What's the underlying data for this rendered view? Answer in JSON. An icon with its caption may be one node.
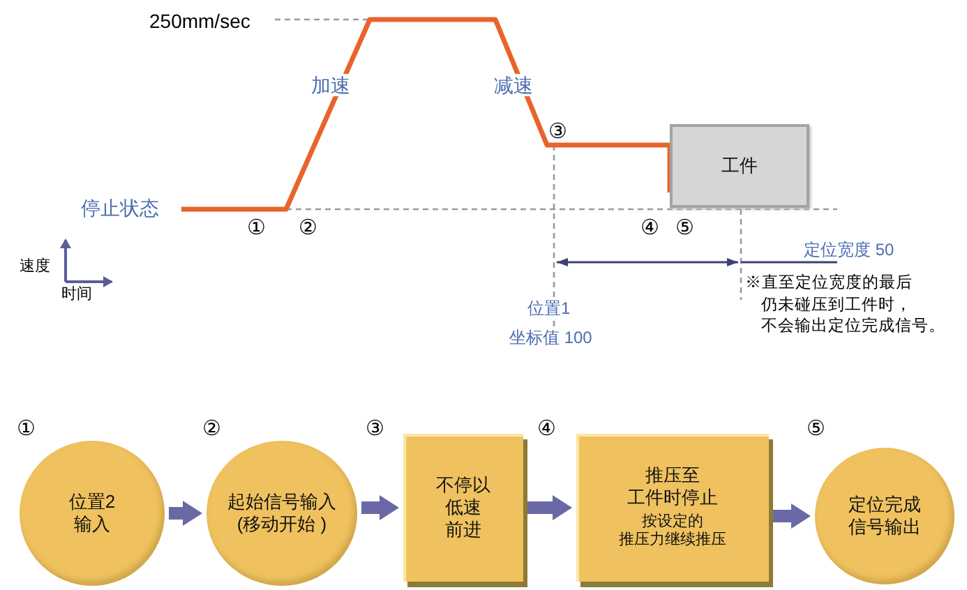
{
  "diagram": {
    "nodes": [
      {
        "text": [
          "工件"
        ]
      },
      {
        "text": [
          "位置2输入"
        ],
        "beside": [
          "①"
        ]
      },
      {
        "text": [
          "起始信号输入(移动开始 )"
        ],
        "beside": [
          "②"
        ]
      },
      {
        "text": [
          "不停以低速前进"
        ],
        "beside": [
          "③"
        ]
      },
      {
        "text": [
          "推压至工件时停止",
          "按设定的推压力继续推压"
        ],
        "beside": [
          "④"
        ]
      },
      {
        "text": [
          "定位完成信号输出"
        ],
        "beside": [
          "⑤"
        ]
      }
    ],
    "edges": [
      {
        "from": 1,
        "to": 2,
        "arrow": "to"
      },
      {
        "from": 2,
        "to": 3,
        "arrow": "to"
      },
      {
        "from": 3,
        "to": 4,
        "arrow": "to"
      },
      {
        "from": 4,
        "to": 5,
        "arrow": "to"
      },
      {
        "from": null,
        "to": 0,
        "arrow": "to",
        "color": "#e8642c"
      }
    ],
    "labels": [
      "250mm/sec",
      "加速",
      "减速",
      "③",
      "停止状态",
      "①",
      "②",
      "④",
      "⑤",
      "速度",
      "时间",
      "定位宽度 50",
      "※直至定位宽度的最后仍未碰压到工件时，不会输出定位完成信号。",
      "位置1",
      "坐标值 100"
    ]
  }
}
